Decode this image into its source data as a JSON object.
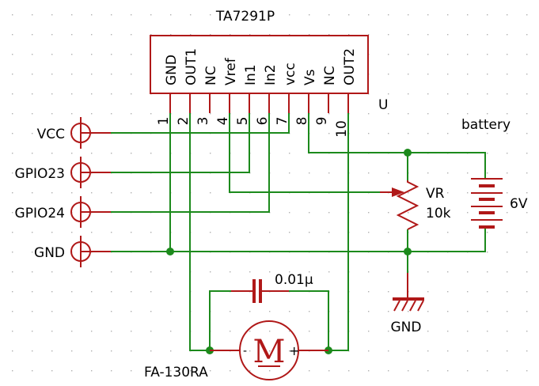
{
  "chip": {
    "name": "TA7291P",
    "ref": "U",
    "pins": [
      {
        "num": "1",
        "name": "GND"
      },
      {
        "num": "2",
        "name": "OUT1"
      },
      {
        "num": "3",
        "name": "NC"
      },
      {
        "num": "4",
        "name": "Vref"
      },
      {
        "num": "5",
        "name": "In1"
      },
      {
        "num": "6",
        "name": "In2"
      },
      {
        "num": "7",
        "name": "vcc"
      },
      {
        "num": "8",
        "name": "Vs"
      },
      {
        "num": "9",
        "name": "NC"
      },
      {
        "num": "10",
        "name": "OUT2"
      }
    ]
  },
  "connectors": [
    "VCC",
    "GPIO23",
    "GPIO24",
    "GND"
  ],
  "battery": {
    "label": "battery",
    "value": "6V"
  },
  "resistor": {
    "ref": "VR",
    "value": "10k"
  },
  "ground": {
    "label": "GND"
  },
  "capacitor": {
    "value": "0.01μ"
  },
  "motor": {
    "ref": "FA-130RA",
    "symbol": "M",
    "plus": "+",
    "minus": "-"
  },
  "colors": {
    "component": "#b01818",
    "wire": "#1c8a1c",
    "grid": "#b0b0b0"
  }
}
